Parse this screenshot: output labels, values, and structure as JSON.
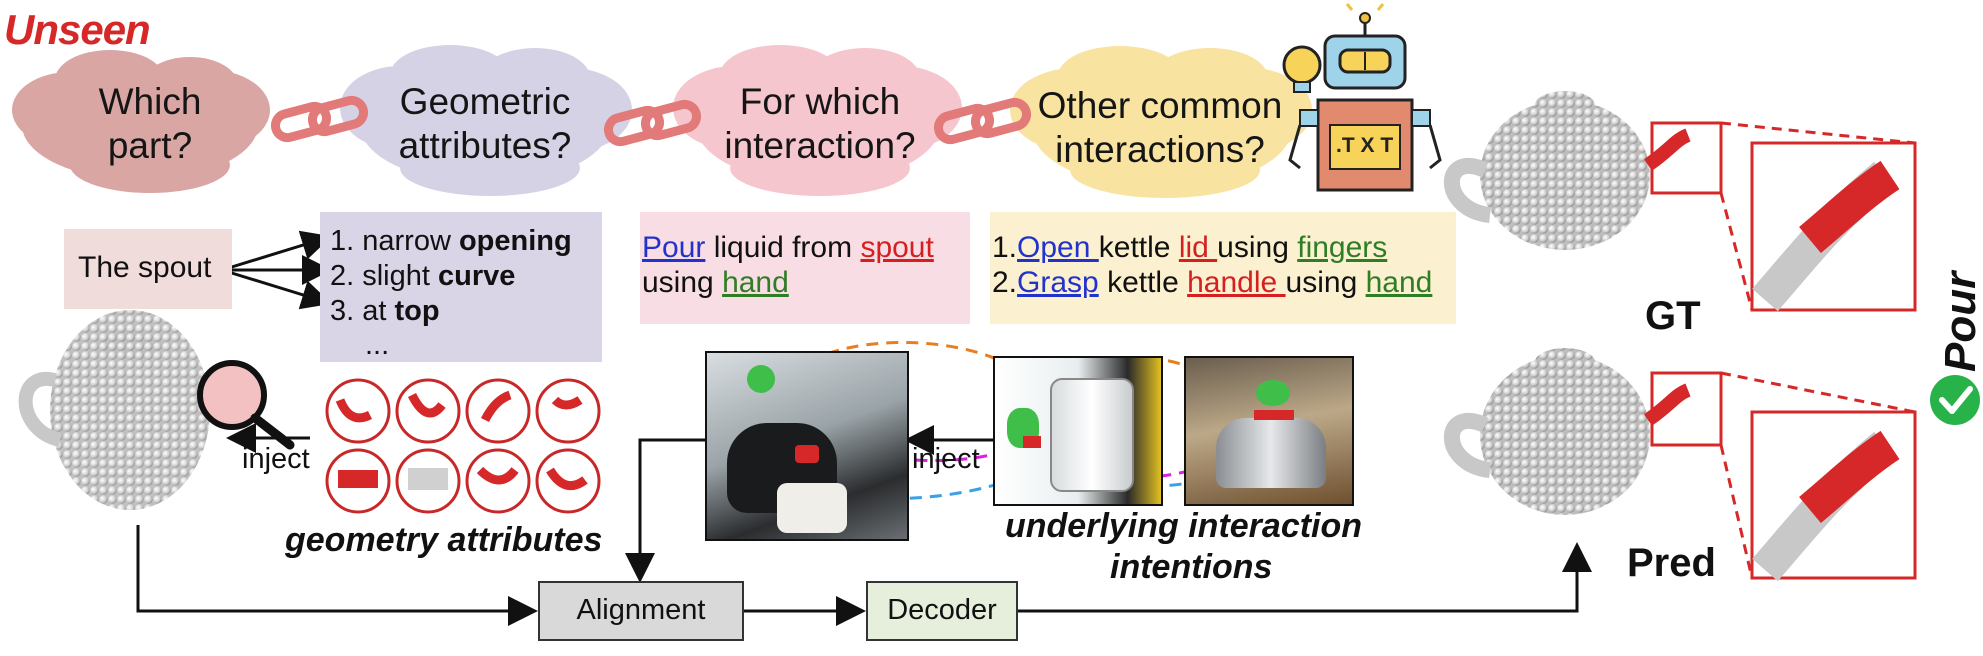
{
  "title": "Unseen",
  "questions": [
    {
      "line1": "Which",
      "line2": "part?"
    },
    {
      "line1": "Geometric",
      "line2": "attributes?"
    },
    {
      "line1": "For which",
      "line2": "interaction?"
    },
    {
      "line1": "Other common",
      "line2": "interactions?"
    }
  ],
  "robot_screen_text": ".T X T",
  "spout_label": "The spout",
  "geometry_list": {
    "item1_prefix": "1. narrow ",
    "item1_bold": "opening",
    "item2_prefix": "2. slight ",
    "item2_bold": "curve",
    "item3_prefix": "3. at ",
    "item3_bold": "top",
    "ellipsis": "..."
  },
  "interaction": {
    "verb": "Pour",
    "mid": " liquid from ",
    "part": "spout",
    "line2_pre": "using ",
    "line2_body": "hand"
  },
  "other_interactions": [
    {
      "num": "1.",
      "verb": "Open ",
      "obj": "kettle ",
      "part": "lid ",
      "mid": "using ",
      "body": "fingers"
    },
    {
      "num": "2.",
      "verb": "Grasp",
      "obj": " kettle ",
      "part": "handle ",
      "mid": "using ",
      "body": "hand"
    }
  ],
  "inject_label_left": "inject",
  "inject_label_right": "inject",
  "geometry_attributes_caption": "geometry attributes",
  "intentions_caption_line1": "underlying interaction",
  "intentions_caption_line2": "intentions",
  "alignment_label": "Alignment",
  "decoder_label": "Decoder",
  "gt_label": "GT",
  "pred_label": "Pred",
  "result_label": "Pour",
  "colors": {
    "red": "#d62828",
    "cloud_pink": "#d9a6a3",
    "cloud_lavender": "#d6d2e6",
    "cloud_rose": "#f5c6ce",
    "cloud_yellow": "#f8e3a1",
    "check_green": "#28b34a"
  }
}
